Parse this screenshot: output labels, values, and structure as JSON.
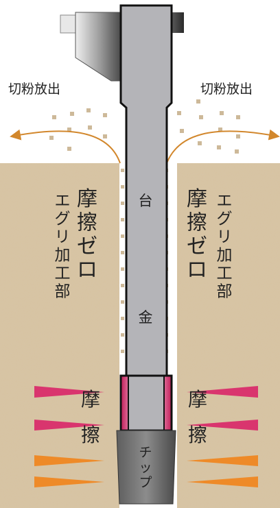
{
  "labels": {
    "chip_out_left": "切粉放出",
    "chip_out_right": "切粉放出",
    "shank": "台金",
    "tip": "チップ",
    "zero_friction_left": {
      "col1": "摩擦ゼロ",
      "col2": "エグリ加工部"
    },
    "zero_friction_right": {
      "col1": "摩擦ゼロ",
      "col2": "エグリ加工部"
    },
    "friction_left": "摩擦",
    "friction_right": "摩擦"
  },
  "colors": {
    "soil": "#d8c3a0",
    "soil_dark": "#bfa37c",
    "shank_body": "#b4b4b8",
    "shank_outline": "#111111",
    "holder_dark": "#3c3c3c",
    "holder_mid": "#8a8a8a",
    "holder_light": "#e6e6e6",
    "friction_pink": "#d9356e",
    "friction_orange": "#ee8a28",
    "arrow": "#d2872c",
    "chip_dot": "#cdb999",
    "text": "#222222"
  }
}
